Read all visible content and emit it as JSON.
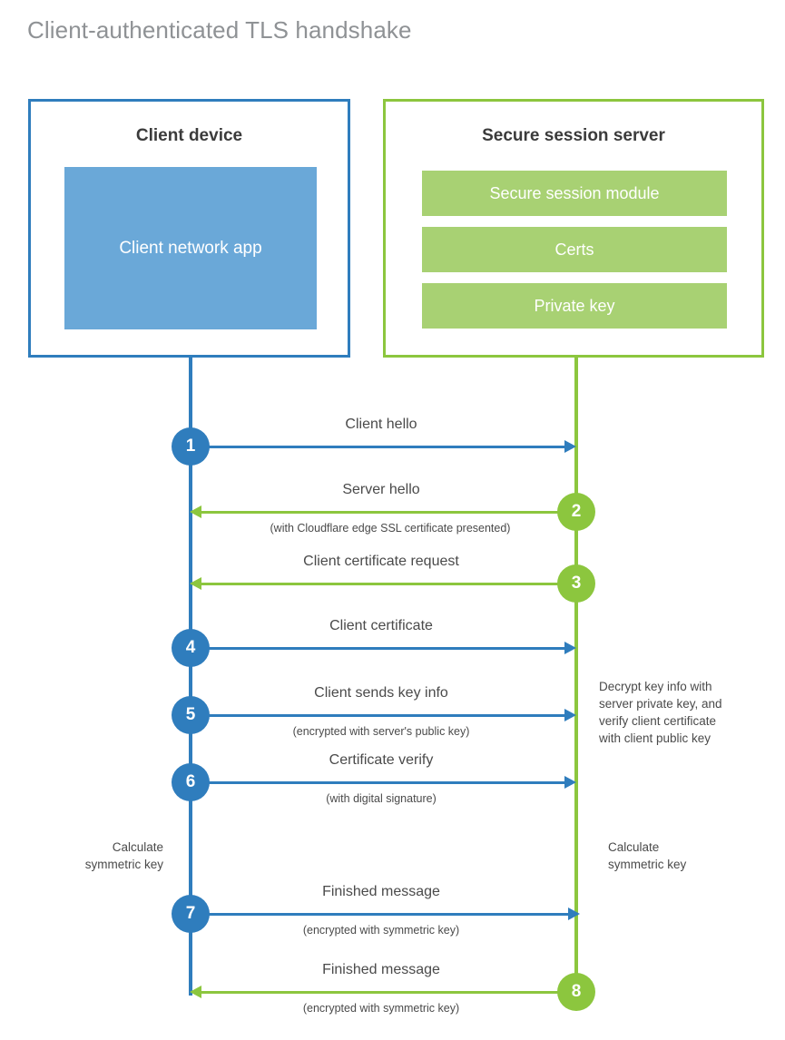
{
  "title": "Client-authenticated TLS handshake",
  "colors": {
    "client_blue": "#2f7dbd",
    "client_app_fill": "#6aa8d8",
    "server_green": "#8cc63e",
    "server_module_fill": "#a8d173",
    "title_gray": "#8f9295",
    "text_gray": "#4a4a4a",
    "heading_dark": "#3b3b3b"
  },
  "participants": {
    "client": {
      "title": "Client device",
      "app_label": "Client network app"
    },
    "server": {
      "title": "Secure session server",
      "modules": [
        {
          "label": "Secure session module"
        },
        {
          "label": "Certs"
        },
        {
          "label": "Private key"
        }
      ]
    }
  },
  "messages": [
    {
      "step": "1",
      "direction": "client-to-server",
      "label": "Client hello",
      "sublabel": ""
    },
    {
      "step": "2",
      "direction": "server-to-client",
      "label": "Server hello",
      "sublabel": "(with Cloudflare edge SSL certificate presented)"
    },
    {
      "step": "3",
      "direction": "server-to-client",
      "label": "Client certificate request",
      "sublabel": ""
    },
    {
      "step": "4",
      "direction": "client-to-server",
      "label": "Client certificate",
      "sublabel": ""
    },
    {
      "step": "5",
      "direction": "client-to-server",
      "label": "Client sends key info",
      "sublabel": "(encrypted with server's public key)"
    },
    {
      "step": "6",
      "direction": "client-to-server",
      "label": "Certificate verify",
      "sublabel": "(with digital signature)"
    },
    {
      "step": "7",
      "direction": "client-to-server",
      "label": "Finished message",
      "sublabel": "(encrypted with symmetric key)"
    },
    {
      "step": "8",
      "direction": "server-to-client",
      "label": "Finished message",
      "sublabel": "(encrypted with symmetric key)"
    }
  ],
  "annotations": {
    "server_decrypt": "Decrypt key info with\nserver private key, and\nverify client certificate\nwith client public key",
    "client_calc_key": "Calculate\nsymmetric key",
    "server_calc_key": "Calculate\nsymmetric key"
  }
}
